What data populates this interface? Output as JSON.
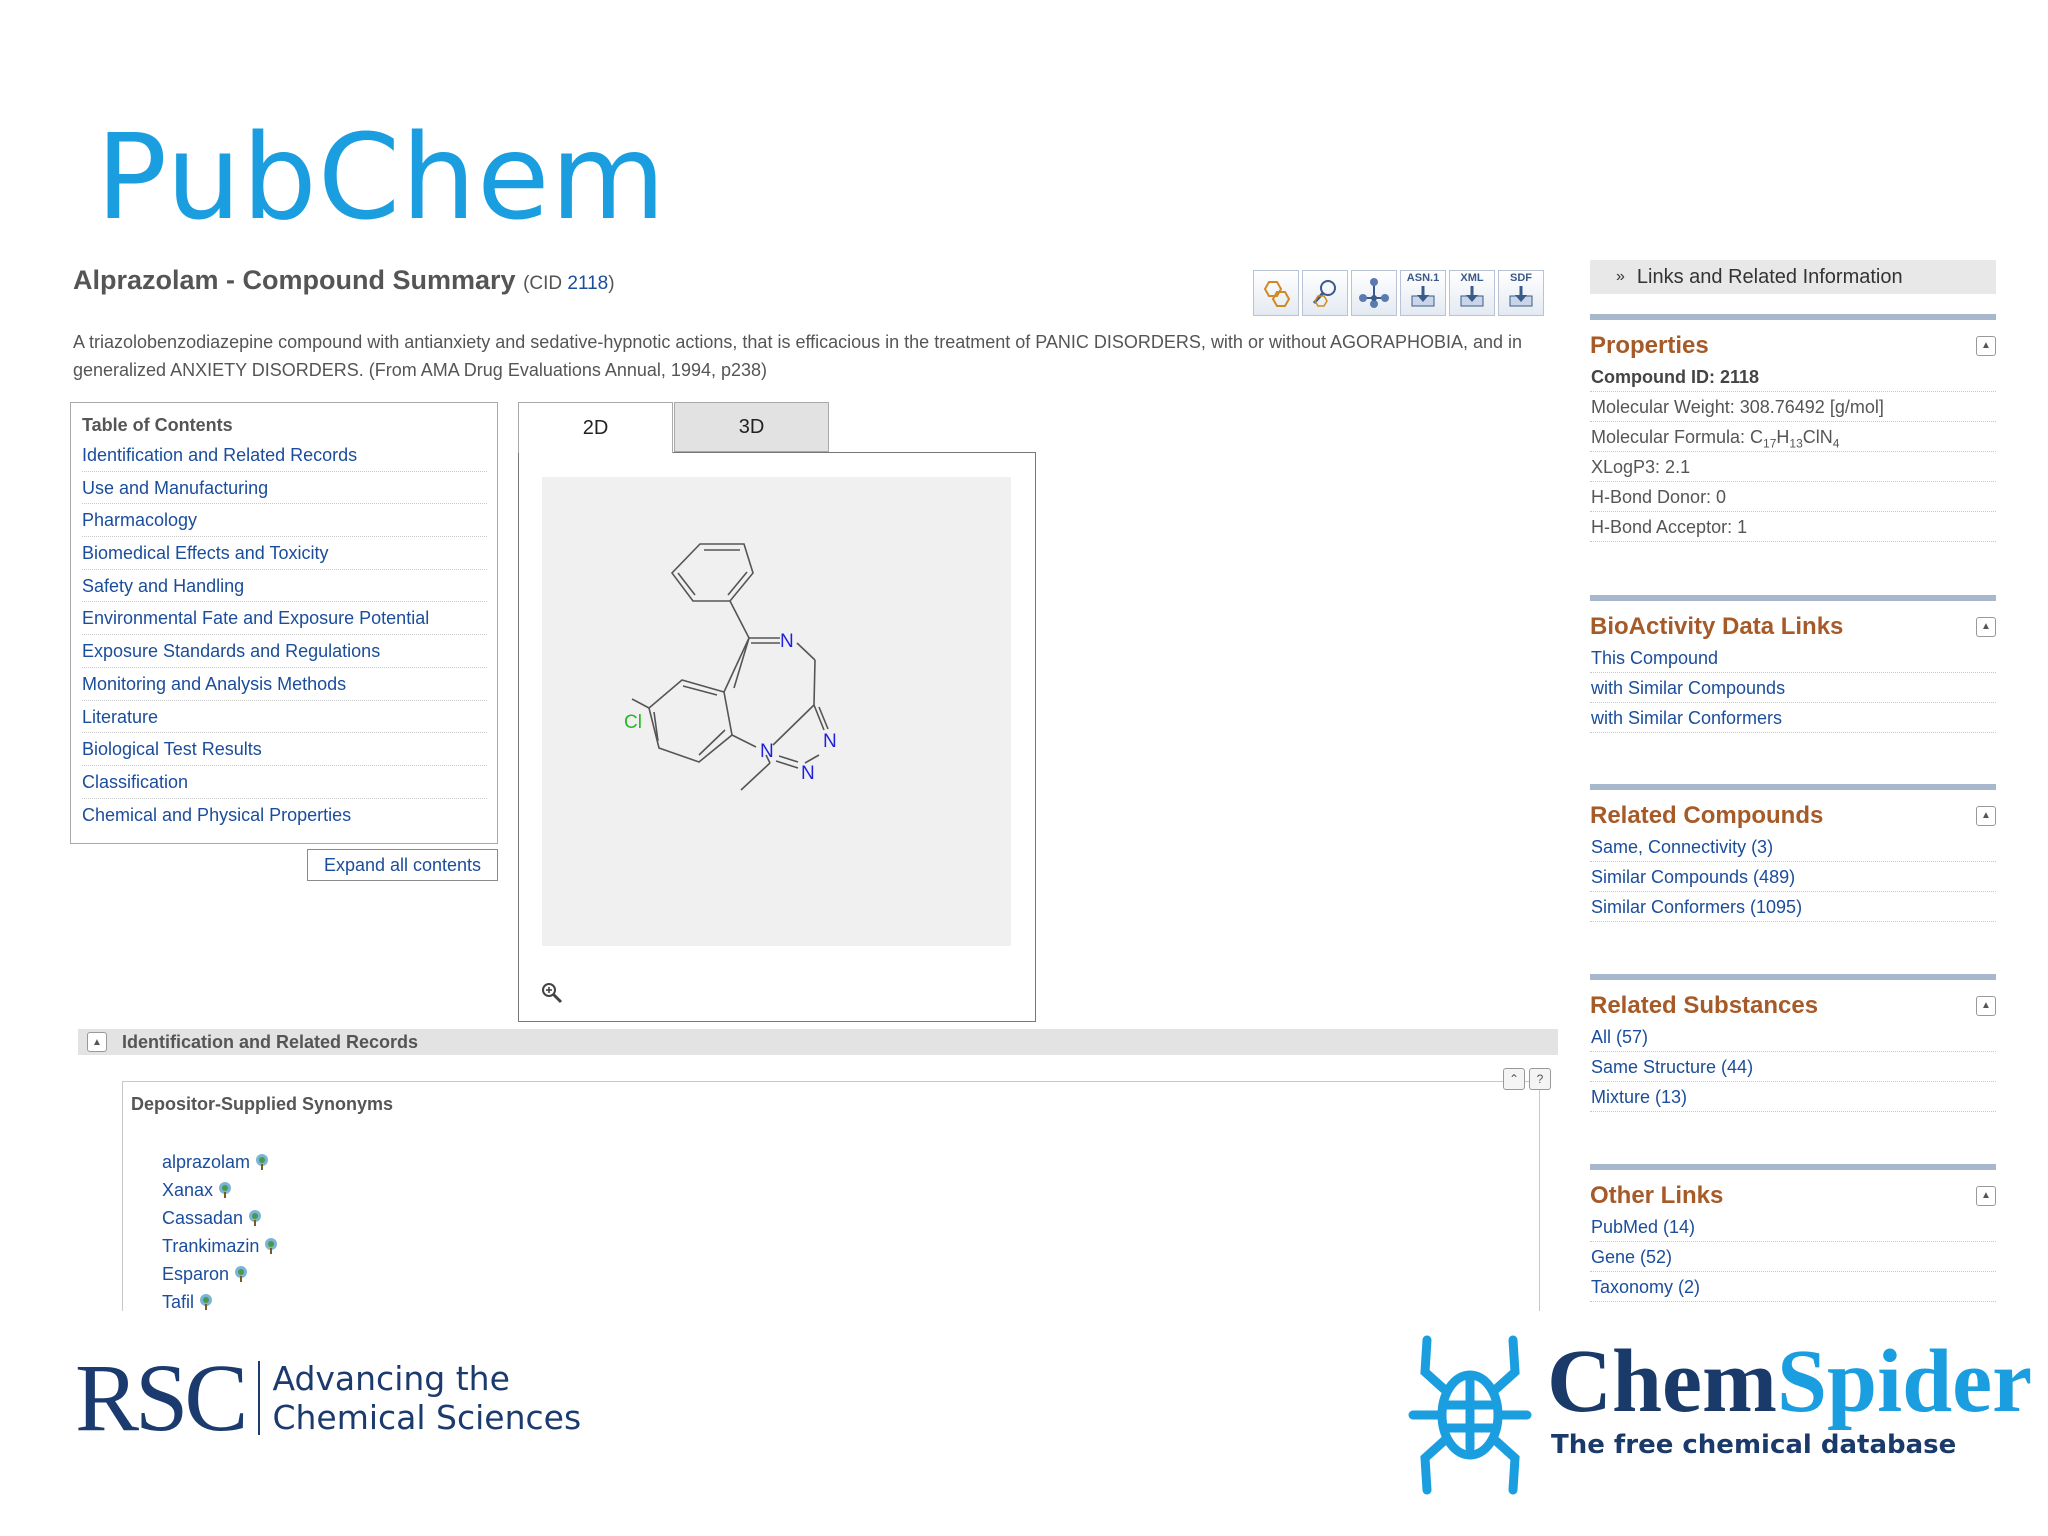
{
  "slide_title": "PubChem",
  "compound": {
    "title": "Alprazolam - Compound Summary",
    "cid_prefix": "(CID ",
    "cid": "2118",
    "cid_suffix": ")",
    "description": "A triazolobenzodiazepine compound with antianxiety and sedative-hypnotic actions, that is efficacious in the treatment of PANIC DISORDERS, with or without AGORAPHOBIA, and in generalized ANXIETY DISORDERS. (From AMA Drug Evaluations Annual, 1994, p238)"
  },
  "toolbar": {
    "asn_label": "ASN.1",
    "xml_label": "XML",
    "sdf_label": "SDF"
  },
  "toc": {
    "title": "Table of Contents",
    "items": [
      "Identification and Related Records",
      "Use and Manufacturing",
      "Pharmacology",
      "Biomedical Effects and Toxicity",
      "Safety and Handling",
      "Environmental Fate and Exposure Potential",
      "Exposure Standards and Regulations",
      "Monitoring and Analysis Methods",
      "Literature",
      "Biological Test Results",
      "Classification",
      "Chemical and Physical Properties"
    ],
    "expand_label": "Expand all contents"
  },
  "viewer": {
    "tab_2d": "2D",
    "tab_3d": "3D",
    "atoms": {
      "n": "N",
      "cl": "Cl"
    },
    "colors": {
      "nitrogen": "#1f1fe0",
      "chlorine": "#22bb22",
      "bond": "#555555"
    }
  },
  "identification": {
    "bar_label": "Identification and Related Records",
    "synonyms_title": "Depositor-Supplied Synonyms",
    "synonyms": [
      "alprazolam",
      "Xanax",
      "Cassadan",
      "Trankimazin",
      "Esparon",
      "Tafil"
    ]
  },
  "sidebar": {
    "links_header": "Links and Related Information",
    "properties": {
      "title": "Properties",
      "compound_id": "Compound ID: 2118",
      "molecular_weight": "Molecular Weight: 308.76492 [g/mol]",
      "molecular_formula_label": "Molecular Formula: ",
      "formula": {
        "c": "C",
        "c_sub": "17",
        "h": "H",
        "h_sub": "13",
        "clnum": "ClN",
        "n_sub": "4"
      },
      "xlogp": "XLogP3: 2.1",
      "hbond_donor": "H-Bond Donor: 0",
      "hbond_acceptor": "H-Bond Acceptor: 1"
    },
    "bioactivity": {
      "title": "BioActivity Data Links",
      "items": [
        "This Compound",
        "with Similar Compounds",
        "with Similar Conformers"
      ]
    },
    "related_compounds": {
      "title": "Related Compounds",
      "items": [
        "Same, Connectivity (3)",
        "Similar Compounds (489)",
        "Similar Conformers (1095)"
      ]
    },
    "related_substances": {
      "title": "Related Substances",
      "items": [
        "All (57)",
        "Same Structure (44)",
        "Mixture (13)"
      ]
    },
    "other_links": {
      "title": "Other Links",
      "items": [
        "PubMed (14)",
        "Gene (52)",
        "Taxonomy (2)"
      ]
    }
  },
  "logos": {
    "rsc_mark": "RSC",
    "rsc_tagline_1": "Advancing the",
    "rsc_tagline_2": "Chemical Sciences",
    "chemspider_name_1": "Chem",
    "chemspider_name_2": "Spider",
    "chemspider_tagline": "The free chemical database"
  }
}
